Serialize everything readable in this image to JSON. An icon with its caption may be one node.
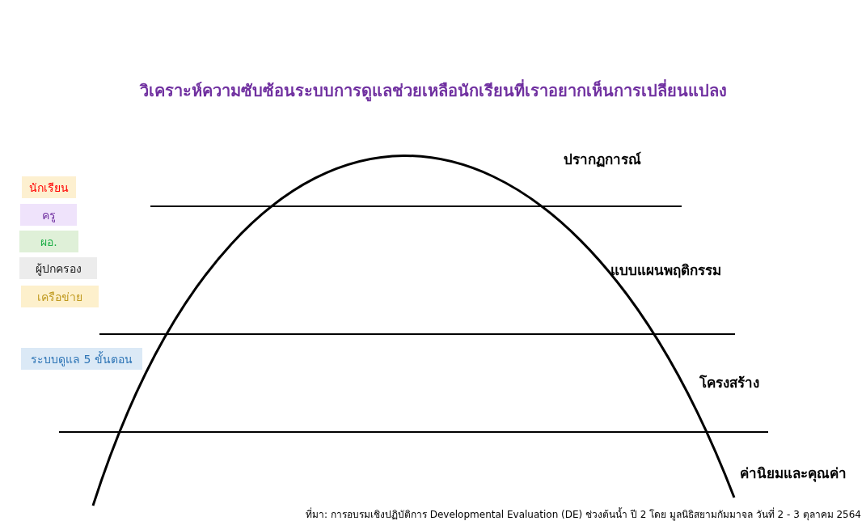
{
  "diagram": {
    "title": "วิเคราะห์ความซับซ้อนระบบการดูแลช่วยเหลือนักเรียนที่เราอยากเห็นการเปลี่ยนแปลง",
    "caption": "ที่มา: การอบรมเชิงปฏิบัติการ Developmental Evaluation (DE) ช่วงต้นน้ำ ปี 2 โดย มูลนิธิสยามกัมมาจล วันที่ 2 - 3 ตุลาคม 2564",
    "nodes": [
      {
        "text": [
          "นักเรียน"
        ]
      },
      {
        "text": [
          "ครู"
        ]
      },
      {
        "text": [
          "ผอ."
        ]
      },
      {
        "text": [
          "ผู้ปกครอง"
        ]
      },
      {
        "text": [
          "เครือข่าย"
        ]
      },
      {
        "text": [
          "ระบบดูแล 5 ขั้นตอน"
        ]
      }
    ],
    "edges": [],
    "labels": [
      "ปรากฏการณ์",
      "แบบแผนพฤติกรรม",
      "โครงสร้าง",
      "ค่านิยมและคุณค่า"
    ]
  }
}
